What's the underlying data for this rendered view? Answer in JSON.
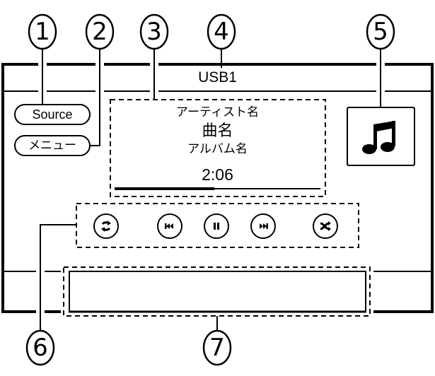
{
  "screen": {
    "title": "USB1",
    "source_button": "Source",
    "menu_button": "メニュー",
    "now_playing": {
      "artist": "アーティスト名",
      "song": "曲名",
      "album": "アルバム名",
      "elapsed_time": "2:06",
      "progress_fraction": 0.485
    },
    "artwork_icon": "music-note-icon",
    "controls": [
      {
        "name": "repeat",
        "icon": "repeat-icon"
      },
      {
        "name": "previous-track",
        "icon": "skip-previous-icon"
      },
      {
        "name": "pause",
        "icon": "pause-icon"
      },
      {
        "name": "next-track",
        "icon": "skip-next-icon"
      },
      {
        "name": "shuffle",
        "icon": "shuffle-icon"
      }
    ],
    "info_bar_text": ""
  },
  "callouts": [
    "①",
    "②",
    "③",
    "④",
    "⑤",
    "⑥",
    "⑦"
  ]
}
